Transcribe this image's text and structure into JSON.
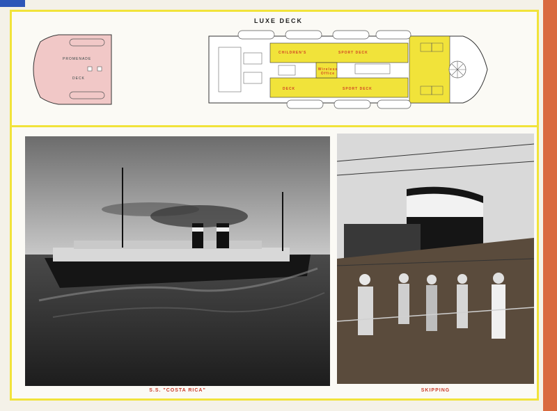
{
  "deck_title": "LUXE DECK",
  "left_plan": {
    "label_1": "PROMENADE",
    "label_2": "DECK"
  },
  "main_plan": {
    "childrens": "CHILDREN'S",
    "sport_deck_top": "SPORT DECK",
    "wireless": "Wireless Office",
    "deck": "DECK",
    "sport_deck_bottom": "SPORT DECK"
  },
  "captions": {
    "left": "S.S. \"COSTA RICA\"",
    "right": "SKIPPING"
  },
  "colors": {
    "yellow": "#f1e33a",
    "red": "#c93a29",
    "pink": "#f1c8c7"
  }
}
